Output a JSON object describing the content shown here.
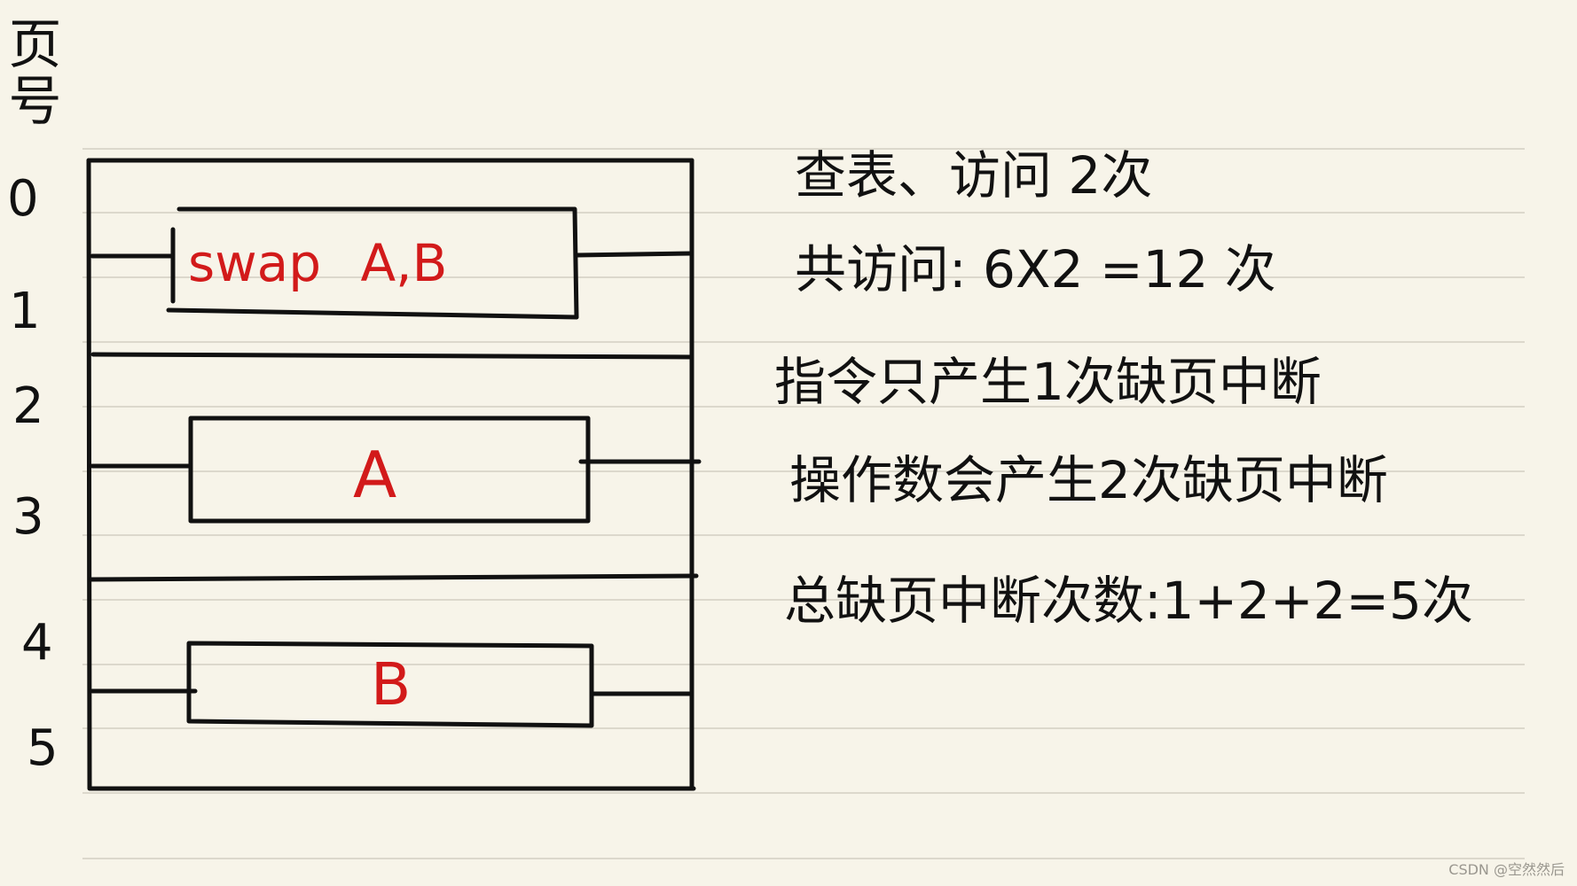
{
  "axis_label": "页号",
  "page_numbers": [
    "0",
    "1",
    "2",
    "3",
    "4",
    "5"
  ],
  "boxes": {
    "swap": "swap A,B",
    "a": "A",
    "b": "B"
  },
  "notes": [
    "查表、访问 2次",
    "共访问: 6X2 =12 次",
    "指令只产生1次缺页中断",
    "操作数会产生2次缺页中断",
    "总缺页中断次数:1+2+2=5次"
  ],
  "watermark": "CSDN @空然然后",
  "colors": {
    "paper": "#f7f4e9",
    "ink": "#111111",
    "red": "#d21a1a",
    "rule": "#dcd8cc"
  }
}
